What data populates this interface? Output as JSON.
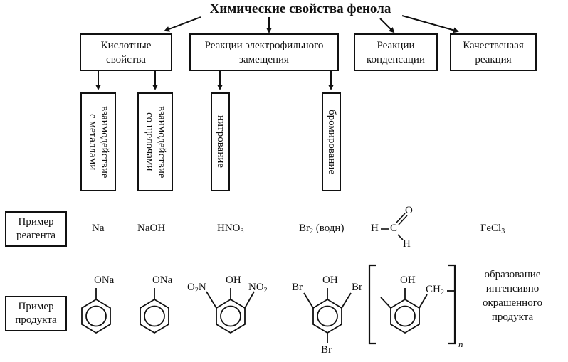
{
  "title": "Химические свойства фенола",
  "categories": [
    {
      "label": "Кислотные\nсвойства"
    },
    {
      "label": "Реакции электрофильного\nзамещения"
    },
    {
      "label": "Реакции\nконденсации"
    },
    {
      "label": "Качественаая\nреакция"
    }
  ],
  "subcategories": [
    {
      "label": "взаимодействие\nс металлами"
    },
    {
      "label": "взаимодействие\nсо щелочами"
    },
    {
      "label": "нитрование"
    },
    {
      "label": "бромирование"
    }
  ],
  "rows": {
    "reagent_label": "Пример\nреагента",
    "product_label": "Пример\nпродукта"
  },
  "reagents": {
    "na": "Na",
    "naoh": "NaOH",
    "hno3_main": "HNO",
    "hno3_sub": "3",
    "br2_main": "Br",
    "br2_sub": "2",
    "br2_suffix": " (водн)",
    "formaldehyde_h1": "H",
    "formaldehyde_c": "C",
    "formaldehyde_o": "O",
    "formaldehyde_h2": "H",
    "fecl3_main": "FeCl",
    "fecl3_sub": "3"
  },
  "products": {
    "phenolate1_group": "ONa",
    "phenolate2_group": "ONa",
    "dinitro_oh": "OH",
    "dinitro_left": "O",
    "dinitro_left_sub": "2",
    "dinitro_left_n": "N",
    "dinitro_right": "NO",
    "dinitro_right_sub": "2",
    "tribromo_oh": "OH",
    "tribromo_br_left": "Br",
    "tribromo_br_right": "Br",
    "tribromo_br_bottom": "Br",
    "polymer_oh": "OH",
    "polymer_ch2": "CH",
    "polymer_ch2_sub": "2",
    "polymer_n": "n",
    "qualitative_text": "образование\nинтенсивно\nокрашенного\nпродукта"
  }
}
